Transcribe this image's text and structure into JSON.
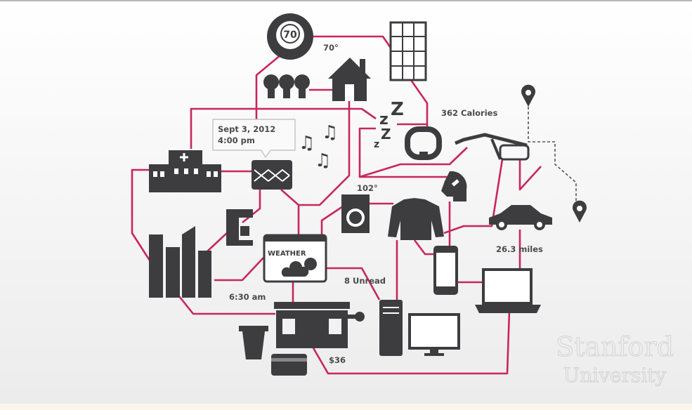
{
  "labels": {
    "thermostat_display": "70",
    "temperature": "70°",
    "calories": "362 Calories",
    "callout_date": "Sept 3, 2012",
    "callout_time": "4:00 pm",
    "body_temp": "102°",
    "distance": "26.3 miles",
    "unread": "8 Unread",
    "alarm": "6:30 am",
    "price": "$36",
    "weather_app": "WEATHER"
  },
  "watermark": {
    "line1": "Stanford",
    "line2": "University"
  },
  "colors": {
    "connector": "#c8265d",
    "icon": "#3d3d40"
  }
}
